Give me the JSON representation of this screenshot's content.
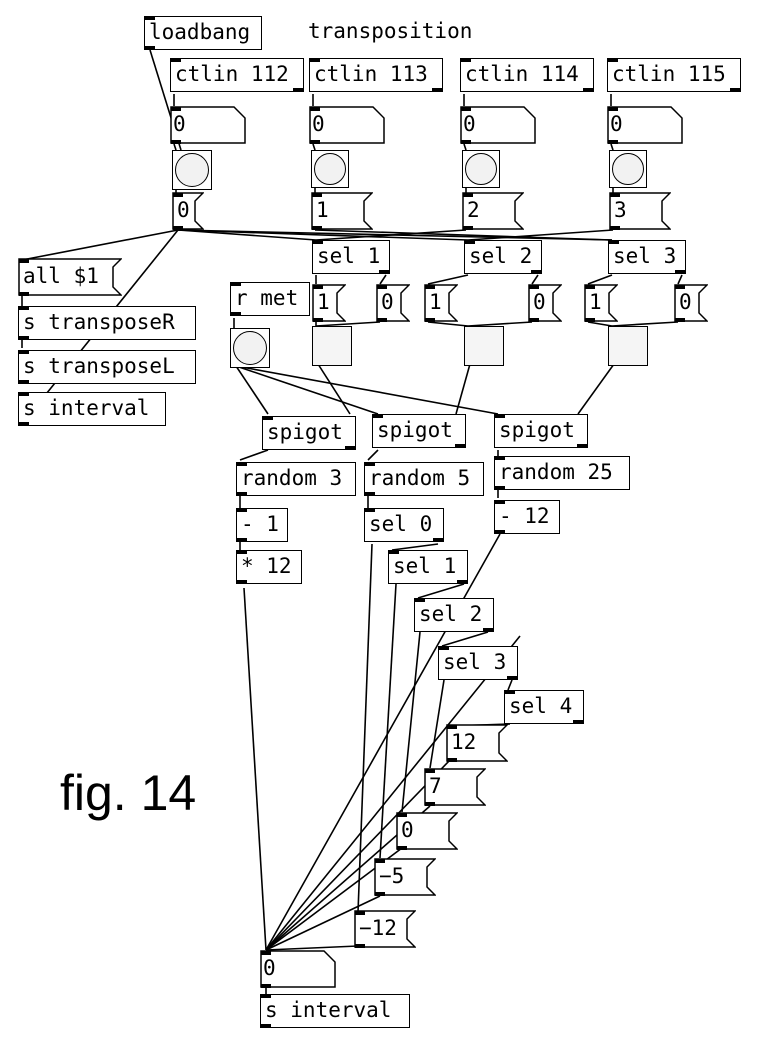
{
  "caption": "fig. 14",
  "comment": "transposition",
  "objects": {
    "loadbang": "loadbang",
    "ctlin112": "ctlin 112",
    "ctlin113": "ctlin 113",
    "ctlin114": "ctlin 114",
    "ctlin115": "ctlin 115",
    "sel1": "sel 1",
    "sel2": "sel 2",
    "sel3": "sel 3",
    "rmet": "r met",
    "sTransposeR": "s transposeR",
    "sTransposeL": "s transposeL",
    "sInterval1": "s interval",
    "spigot1": "spigot",
    "spigot2": "spigot",
    "spigot3": "spigot",
    "random3": "random 3",
    "random5": "random 5",
    "random25": "random 25",
    "minus1": "- 1",
    "times12": "* 12",
    "minus12": "- 12",
    "selA0": "sel 0",
    "selA1": "sel 1",
    "selA2": "sel 2",
    "selA3": "sel 3",
    "selA4": "sel 4",
    "sInterval2": "s interval"
  },
  "messages": {
    "all": "all $1",
    "m1": "1",
    "m2": "2",
    "m3": "3",
    "s1on": "1",
    "s1off": "0",
    "s2on": "1",
    "s2off": "0",
    "s3on": "1",
    "s3off": "0",
    "v12": "12",
    "v7": "7",
    "v0": "0",
    "vm5": "−5",
    "vm12": "−12"
  },
  "numbers": {
    "n112": "0",
    "n113": "0",
    "n114": "0",
    "n115": "0",
    "nInterval": "0"
  },
  "msg_zero": "0"
}
